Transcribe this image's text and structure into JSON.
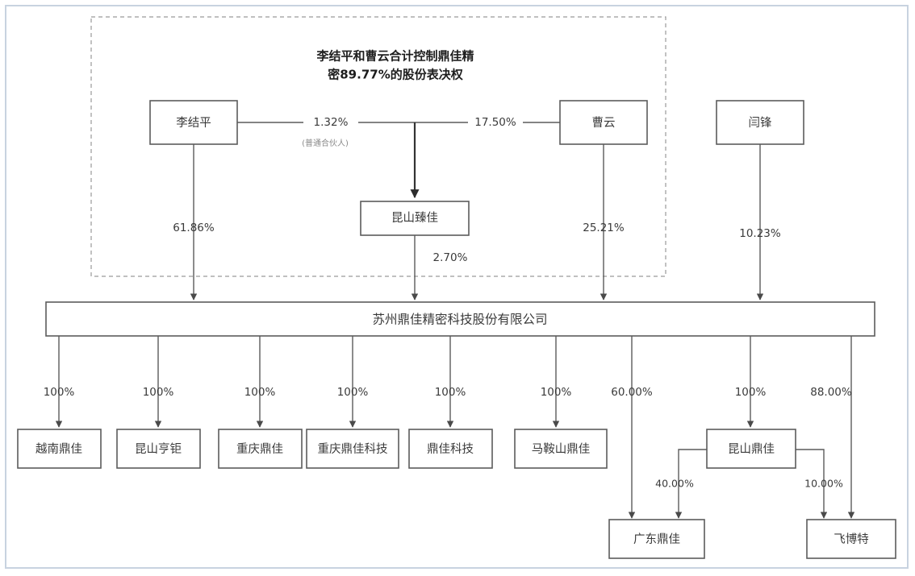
{
  "diagram": {
    "type": "ownership-structure-chart",
    "title_note": "李结平和曹云合计控制鼎佳精密89.77%的股份表决权",
    "partner_note": "(普通合伙人)",
    "company": {
      "name": "苏州鼎佳精密科技股份有限公司"
    },
    "shareholders": [
      {
        "id": "lijieping",
        "label": "李结平"
      },
      {
        "id": "caoyun",
        "label": "曹云"
      },
      {
        "id": "yanfeng",
        "label": "闫锋"
      }
    ],
    "partnership": {
      "id": "kunshanzhenjia",
      "label": "昆山臻佳"
    },
    "shareholder_stakes": [
      {
        "from": "李结平",
        "to": "昆山臻佳",
        "value": "1.32%"
      },
      {
        "from": "曹云",
        "to": "昆山臻佳",
        "value": "17.50%"
      },
      {
        "from": "李结平",
        "to": "苏州鼎佳精密科技股份有限公司",
        "value": "61.86%"
      },
      {
        "from": "昆山臻佳",
        "to": "苏州鼎佳精密科技股份有限公司",
        "value": "2.70%"
      },
      {
        "from": "曹云",
        "to": "苏州鼎佳精密科技股份有限公司",
        "value": "25.21%"
      },
      {
        "from": "闫锋",
        "to": "苏州鼎佳精密科技股份有限公司",
        "value": "10.23%"
      }
    ],
    "subsidiaries": [
      {
        "id": "yuenandingjia",
        "label": "越南鼎佳",
        "pct": "100%"
      },
      {
        "id": "kunshanhengju",
        "label": "昆山亨钜",
        "pct": "100%"
      },
      {
        "id": "chongqingdingjia",
        "label": "重庆鼎佳",
        "pct": "100%"
      },
      {
        "id": "chongqingdingjiakeji",
        "label": "重庆鼎佳科技",
        "pct": "100%"
      },
      {
        "id": "dingjiakeji",
        "label": "鼎佳科技",
        "pct": "100%"
      },
      {
        "id": "maanshandingjia",
        "label": "马鞍山鼎佳",
        "pct": "100%"
      },
      {
        "id": "guangdongdingjia-direct",
        "label": "广东鼎佳",
        "pct": "60.00%"
      },
      {
        "id": "kunshandingjia",
        "label": "昆山鼎佳",
        "pct": "100%"
      },
      {
        "id": "feibote-direct",
        "label": "飞博特",
        "pct": "88.00%"
      }
    ],
    "sub_subsidiaries": [
      {
        "id": "guangdongdingjia",
        "label": "广东鼎佳",
        "parent": "昆山鼎佳",
        "pct": "40.00%"
      },
      {
        "id": "feibote",
        "label": "飞博特",
        "parent": "昆山鼎佳",
        "pct": "10.00%"
      }
    ],
    "colors": {
      "frame_border": "#c8d3e0",
      "box_stroke": "#5b5b5b",
      "connector": "#5b5b5b",
      "dashed_group": "#9a9a9a",
      "text": "#3a3a3a",
      "note_text": "#8a8a8a"
    }
  }
}
